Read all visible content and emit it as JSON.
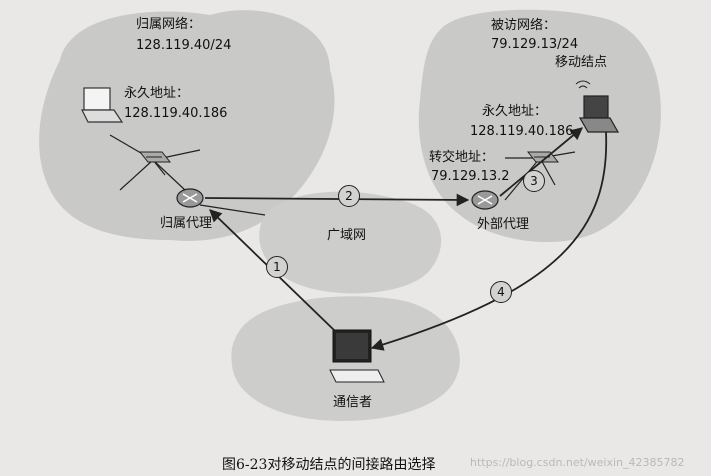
{
  "home_network": {
    "label": "归属网络：",
    "subnet": "128.119.40/24"
  },
  "visited_network": {
    "label": "被访网络：",
    "subnet": "79.129.13/24"
  },
  "home_perm_addr": {
    "label": "永久地址：",
    "value": "128.119.40.186"
  },
  "visited_perm_addr": {
    "label": "永久地址：",
    "value": "128.119.40.186"
  },
  "care_of_addr": {
    "label": "转交地址：",
    "value": "79.129.13.2"
  },
  "mobile_node": "移动结点",
  "home_agent": "归属代理",
  "foreign_agent": "外部代理",
  "wan": "广域网",
  "correspondent": "通信者",
  "steps": [
    "1",
    "2",
    "3",
    "4"
  ],
  "caption": "图6-23对移动结点的间接路由选择",
  "watermark": "https://blog.csdn.net/weixin_42385782"
}
